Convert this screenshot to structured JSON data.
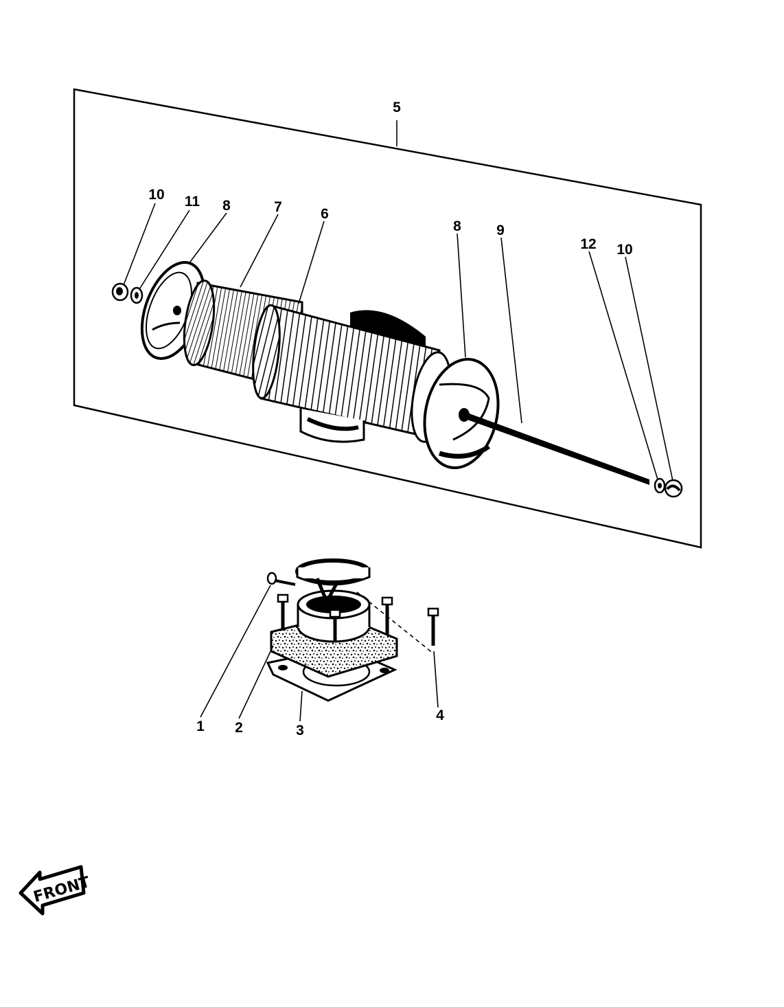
{
  "callouts": {
    "c1": "1",
    "c2": "2",
    "c3": "3",
    "c4": "4",
    "c5": "5",
    "c6": "6",
    "c7": "7",
    "c8a": "8",
    "c8b": "8",
    "c9": "9",
    "c10a": "10",
    "c10b": "10",
    "c11": "11",
    "c12": "12"
  },
  "front_label": "FRONT",
  "colors": {
    "ink": "#000000",
    "paper": "#ffffff"
  }
}
